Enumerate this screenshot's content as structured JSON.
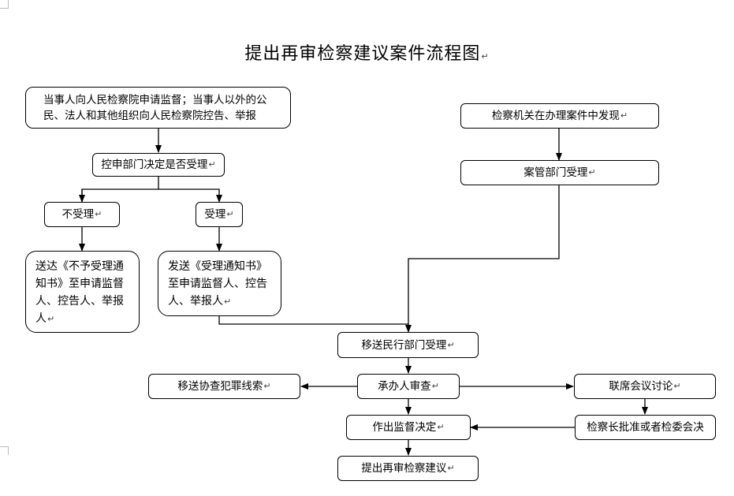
{
  "title": "提出再审检察建议案件流程图",
  "paragraph_mark": "↵",
  "nodes": {
    "petition": "当事人向人民检察院申请监督；当事人以外的公民、法人和其他组织向人民检察院控告、举报",
    "complaint_dept": "控申部门决定是否受理",
    "not_accepted": "不受理",
    "accepted": "受理",
    "reject_notice": "送达《不予受理通知书》至申请监督人、控告人、举报人",
    "accept_notice": "发送《受理通知书》至申请监督人、控告人、举报人",
    "discovered": "检察机关在办理案件中发现",
    "case_mgmt": "案管部门受理",
    "civil_dept": "移送民行部门受理",
    "transfer_clue": "移送协查犯罪线索",
    "handler_review": "承办人审查",
    "joint_meeting": "联席会议讨论",
    "supervision_decision": "作出监督决定",
    "chief_approval": "检察长批准或者检委会决",
    "retrial_proposal": "提出再审检察建议"
  }
}
